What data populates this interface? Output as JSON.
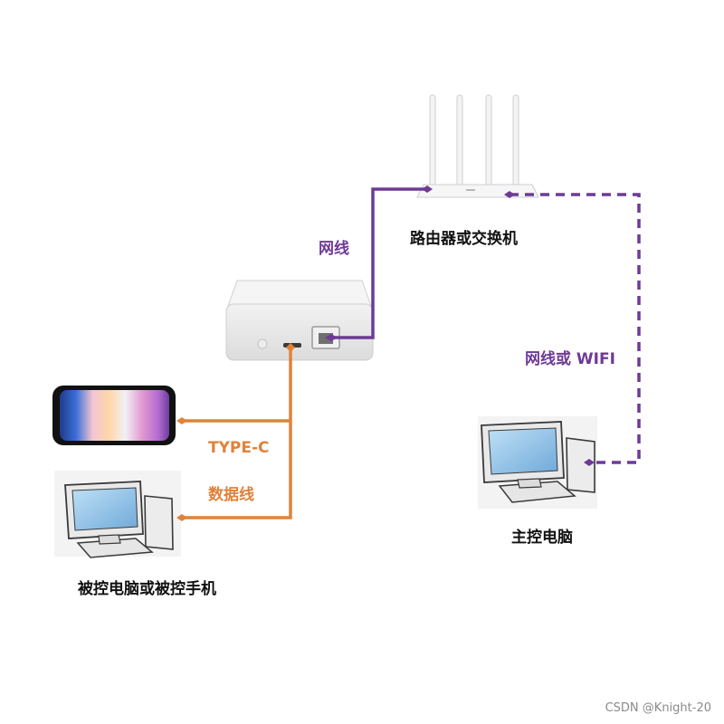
{
  "labels": {
    "router": "路由器或交换机",
    "cable_top": "网线",
    "cable_or_wifi": "网线或 WIFI",
    "type_c": "TYPE-C",
    "data_cable": "数据线",
    "controlled": "被控电脑或被控手机",
    "master": "主控电脑"
  },
  "watermark": "CSDN @Knight-20",
  "colors": {
    "ethernet": "#6e3a96",
    "usb": "#e0823a"
  }
}
